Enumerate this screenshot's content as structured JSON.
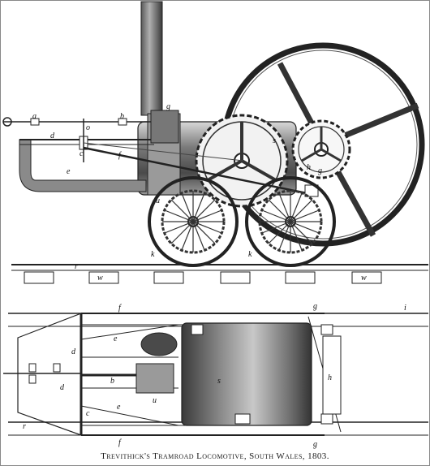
{
  "caption": "Trevithick's Tramroad Locomotive, South Wales, 1803.",
  "elevation_labels": {
    "a": "a",
    "b": "b",
    "c": "c",
    "d": "d",
    "e": "e",
    "f": "f",
    "g": "g",
    "h": "h",
    "k": "k",
    "o": "o",
    "r": "r",
    "s": "s",
    "u": "u",
    "w": "w"
  },
  "plan_labels": {
    "b": "b",
    "c": "c",
    "d": "d",
    "e": "e",
    "f": "f",
    "g": "g",
    "h": "h",
    "i": "i",
    "r": "r",
    "s": "s",
    "u": "u"
  }
}
